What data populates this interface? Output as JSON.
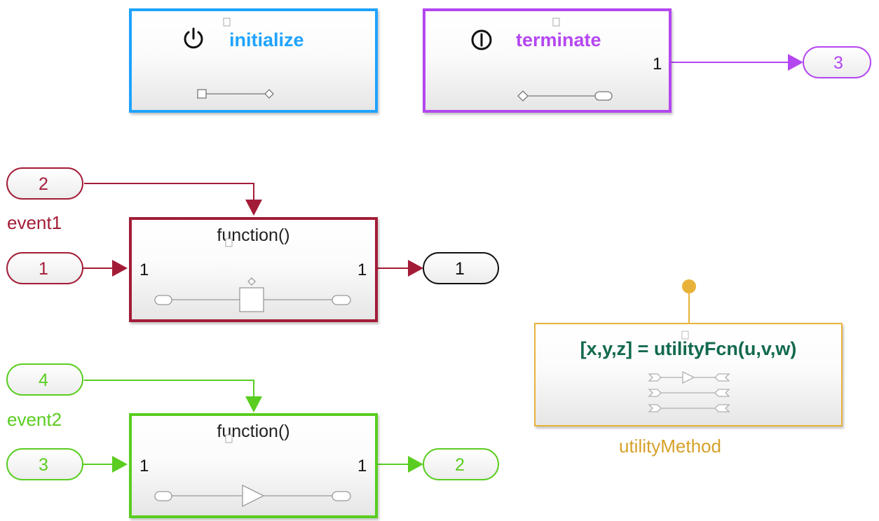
{
  "colors": {
    "init": "#1fa3ff",
    "term": "#b447f0",
    "event1": "#a31c37",
    "event2": "#5acd20",
    "utility": "#e8b23a",
    "utility_text": "#13694f",
    "outport_neutral": "#111111"
  },
  "blocks": {
    "initialize": {
      "title": "initialize",
      "icon": "power-icon"
    },
    "terminate": {
      "title": "terminate",
      "icon": "terminate-icon",
      "out_port": "1"
    },
    "function1": {
      "title": "function()",
      "in_port": "1",
      "out_port": "1"
    },
    "function2": {
      "title": "function()",
      "in_port": "1",
      "out_port": "1"
    },
    "utility": {
      "signature": "[x,y,z] = utilityFcn(u,v,w)",
      "label": "utilityMethod"
    }
  },
  "ports": {
    "inport_event1": "2",
    "inport_1": "1",
    "inport_event2": "4",
    "inport_3": "3",
    "outport_1": "1",
    "outport_2": "2",
    "outport_3": "3"
  },
  "labels": {
    "event1": "event1",
    "event2": "event2"
  }
}
